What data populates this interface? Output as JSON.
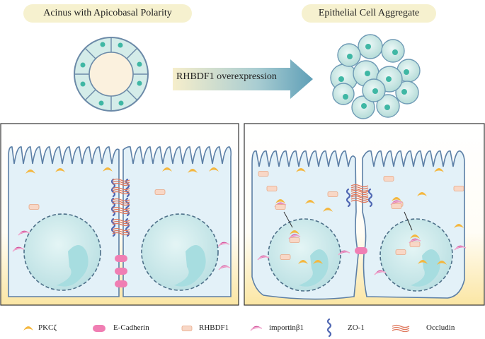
{
  "header": {
    "left_title": "Acinus with Apicobasal Polarity",
    "right_title": "Epithelial Cell Aggregate",
    "arrow_label": "RHBDF1 overexpression"
  },
  "legend": {
    "pkc": "PKCζ",
    "ecadherin": "E-Cadherin",
    "rhbdf1": "RHBDF1",
    "importin": "importinβ1",
    "zo1": "ZO-1",
    "occludin": "Occludin"
  },
  "colors": {
    "cell_fill": "#e3f1f7",
    "cell_stroke": "#5c7fa6",
    "nucleus": "#cfe9ec",
    "nucleolus": "#a7dde0",
    "pkc": "#f4b73f",
    "ecadherin": "#f07eb3",
    "rhbdf1": "#f8d7c6",
    "importin": "#d14e9a",
    "zo1": "#5168b3",
    "occludin": "#e07a5f",
    "arrow_start": "#f6eecb",
    "arrow_end": "#6aa7bd",
    "basal_gradient": "#fbe7a8"
  }
}
